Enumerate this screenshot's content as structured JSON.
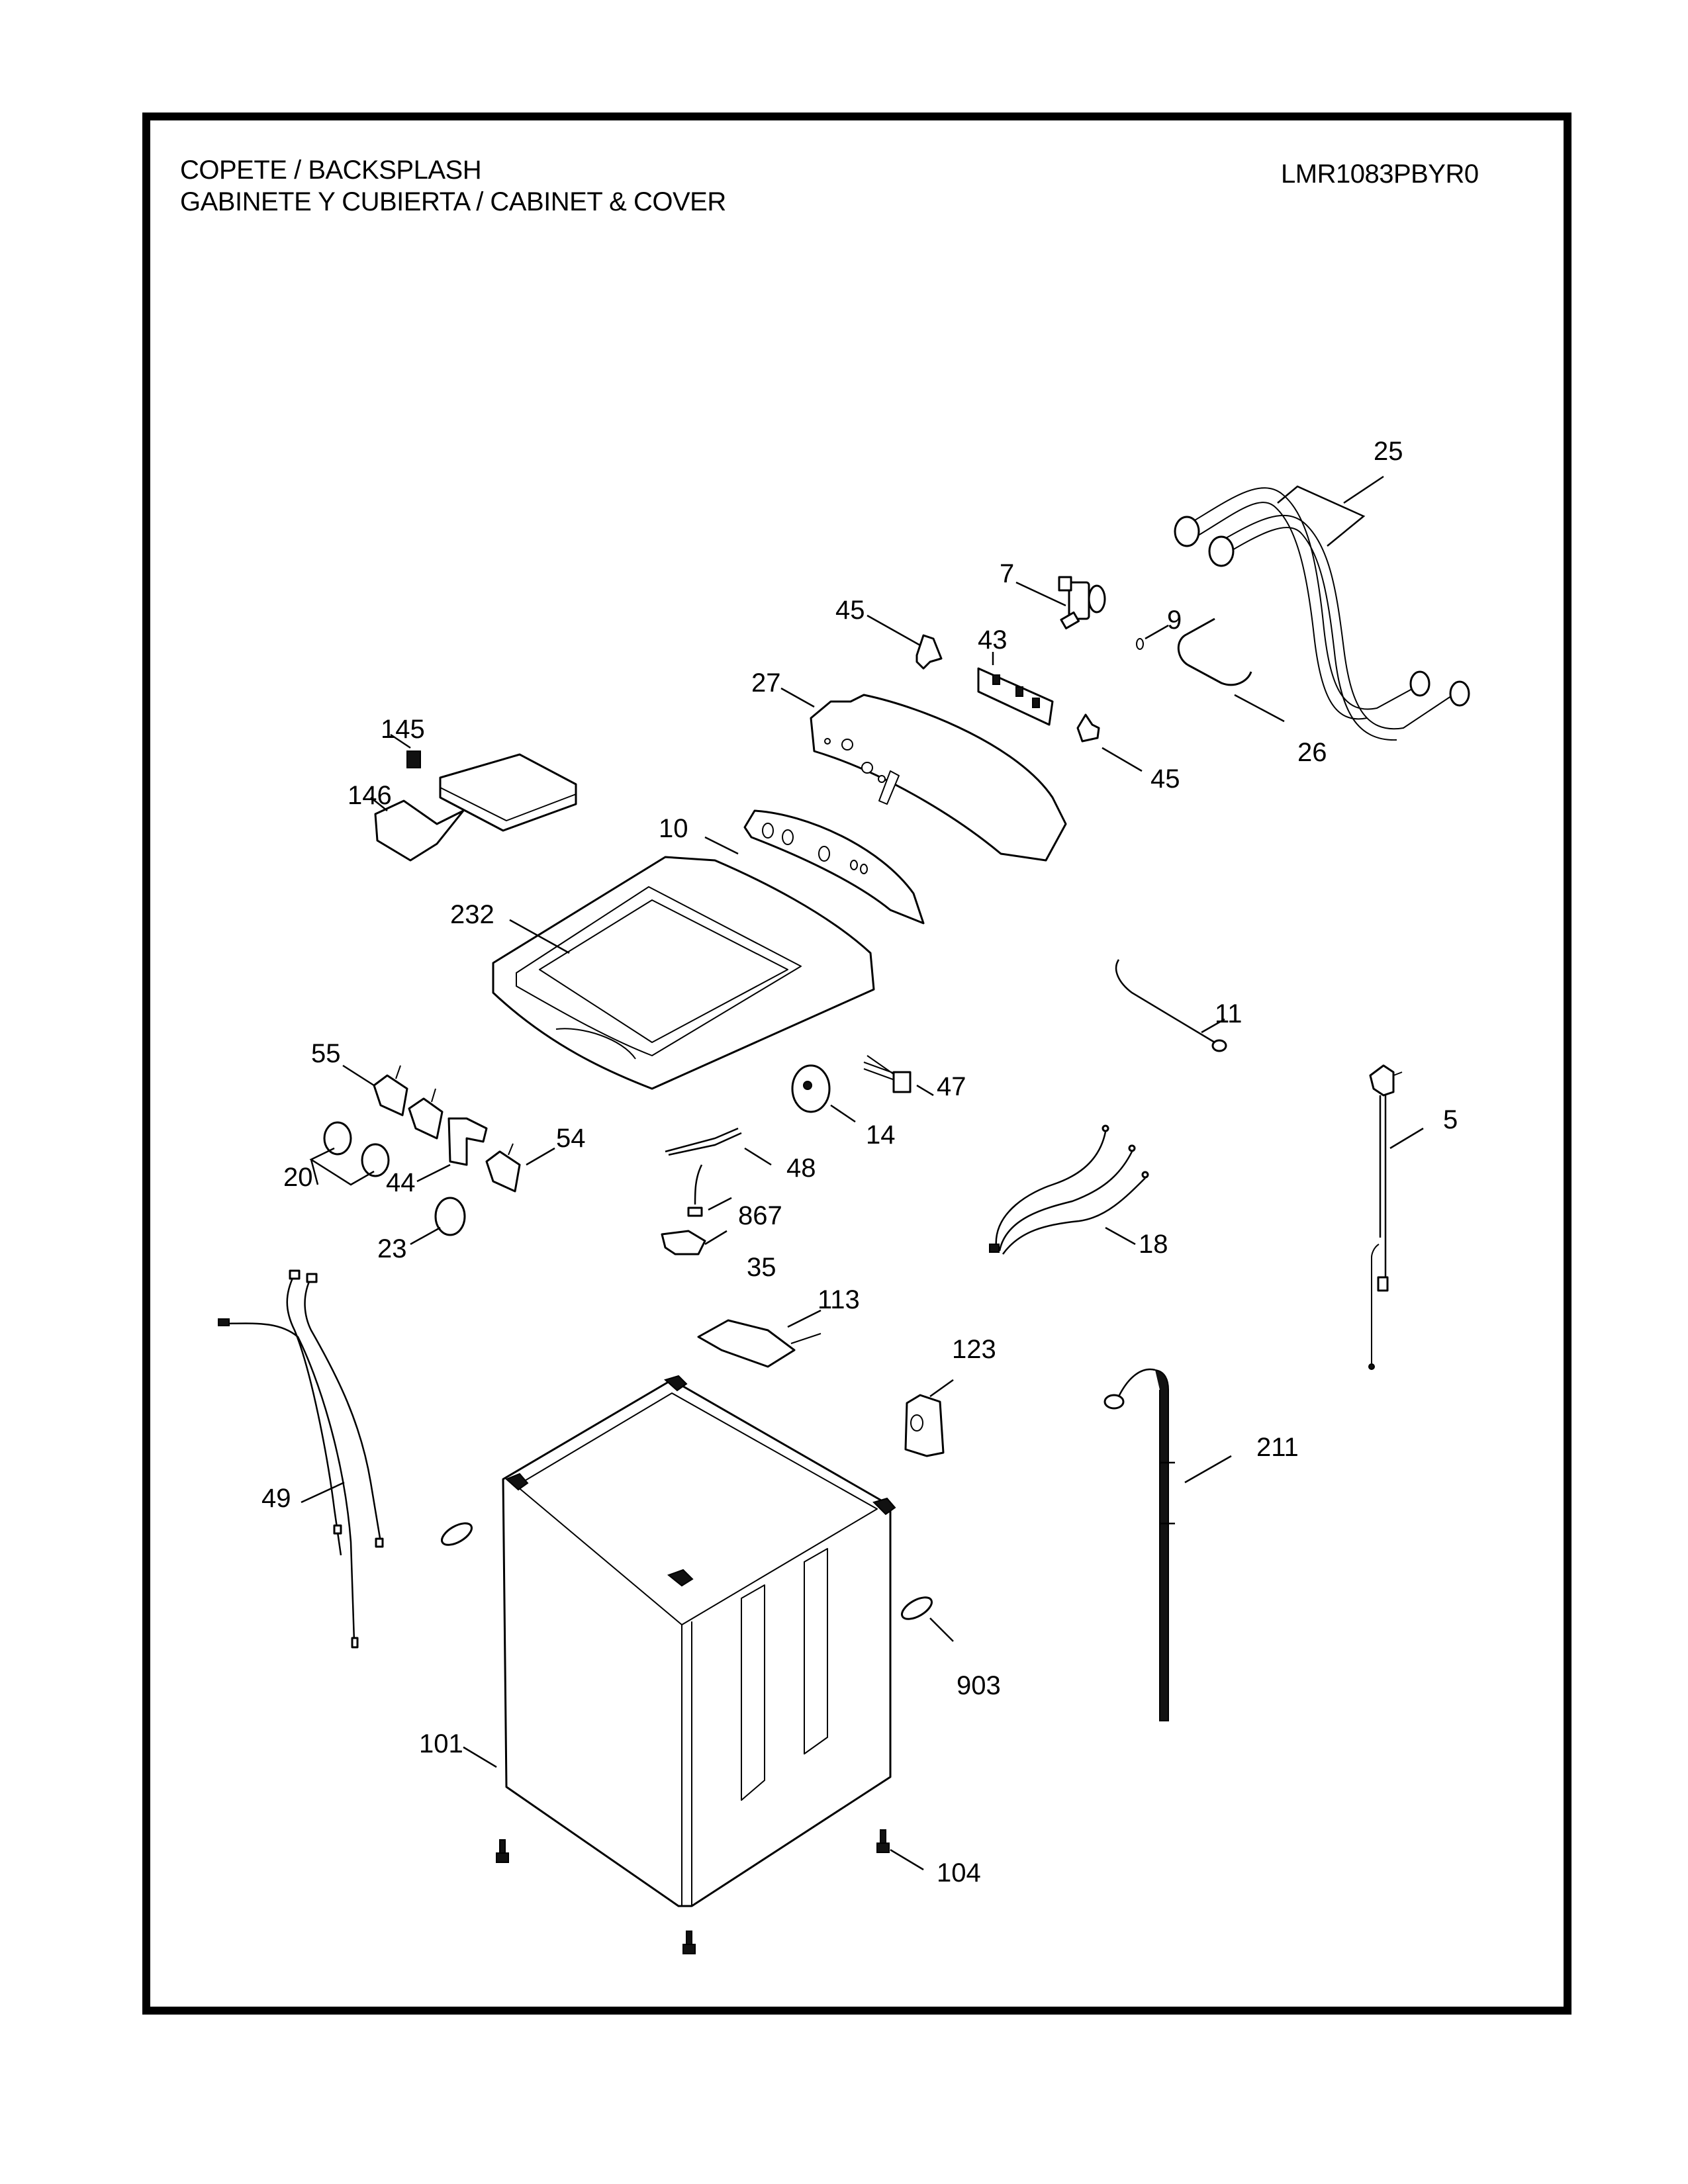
{
  "header": {
    "title_line_1": "COPETE / BACKSPLASH",
    "title_line_2": "GABINETE Y CUBIERTA / CABINET & COVER",
    "model_number": "LMR1083PBYR0"
  },
  "diagram": {
    "type": "exploded-parts-diagram",
    "callouts": {
      "inlet_hoses": "25",
      "water_valve": "7",
      "bracket_left": "45",
      "clamp": "9",
      "control_board": "43",
      "backsplash": "27",
      "bracket_right": "45",
      "connector_hose": "26",
      "dispenser_assembly": "145",
      "dispenser_drawer": "146",
      "control_panel_overlay": "10",
      "top_cover": "232",
      "sensor_wire": "11",
      "wire_connector": "47",
      "selector_switch": "55",
      "pressure_switch": "14",
      "power_cord": "5",
      "knobs": "20",
      "push_button": "44",
      "selector_switch_2": "54",
      "wire_harness_small": "48",
      "clip": "867",
      "lid_switch_holder": "35",
      "lid_lock": "113",
      "knob_single": "23",
      "ground_wires": "18",
      "pump_part": "123",
      "drain_hose": "211",
      "main_harness": "49",
      "grommet": "903",
      "cabinet": "101",
      "leveling_feet": "104"
    }
  }
}
